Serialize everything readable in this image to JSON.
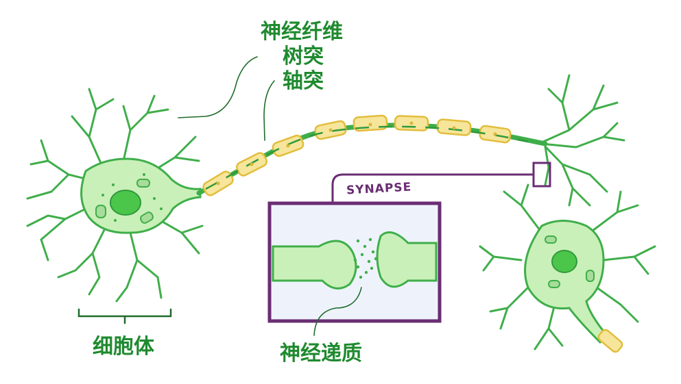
{
  "labels": {
    "nerve_fiber": "神经纤维",
    "dendrite": "树突",
    "axon": "轴突",
    "cell_body": "细胞体",
    "synapse": "SYNAPSE",
    "neurotransmitter": "神经递质"
  },
  "colors": {
    "label_green": "#1f8a2f",
    "cell_fill": "#c9f0b8",
    "cell_stroke": "#3fae4a",
    "nucleus": "#4cc64a",
    "myelin_fill": "#f6e59a",
    "myelin_stroke": "#e2bd3c",
    "synapse_frame": "#6a2d73",
    "synapse_bg": "#eef3fb"
  }
}
